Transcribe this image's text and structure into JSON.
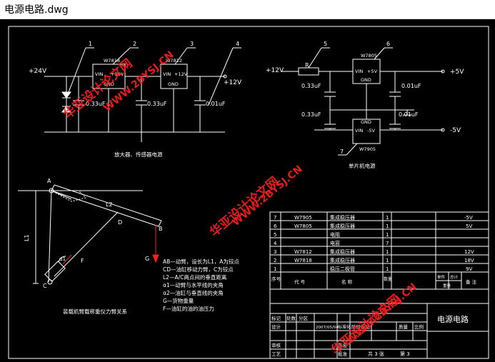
{
  "window": {
    "title": "电源电路.dwg"
  },
  "colors": {
    "background": "#000000",
    "line": "#ffffff",
    "label": "#ffff00",
    "accent": "#ff0000",
    "watermark": "#ff2020"
  },
  "drawing": {
    "circuit1": {
      "input_voltage": "+24V",
      "output_voltage": "+12V",
      "reg1": {
        "part": "W7818",
        "pin_in": "VIN",
        "pin_out": "+18V",
        "pin_gnd": "GND"
      },
      "reg2": {
        "part": "W7812",
        "pin_in": "VIN",
        "pin_out": "+12V",
        "pin_gnd": "GND"
      },
      "caps": [
        "0.33uF",
        "0.33uF",
        "0.01uF"
      ],
      "callouts": [
        "1",
        "2",
        "3",
        "4"
      ],
      "caption": "放大器、传感器电源"
    },
    "circuit2": {
      "input_voltage": "+12V",
      "resistor": "R",
      "out_pos": "+5V",
      "out_neg": "-5V",
      "reg_pos": {
        "part": "W7805",
        "pin_in": "VIN",
        "pin_out": "+5V",
        "pin_gnd": "GND"
      },
      "reg_neg": {
        "part": "W7905",
        "pin_in": "VIN",
        "pin_out": "-5V",
        "pin_gnd": "GND"
      },
      "caps": [
        "0.33uF",
        "0.01uF",
        "0.33uF",
        "0.01uF"
      ],
      "callouts": [
        "5",
        "6",
        "7"
      ],
      "caption": "单片机电源"
    },
    "mechanism": {
      "labels": {
        "A": "A",
        "B": "B",
        "C": "C",
        "D": "D",
        "F": "F",
        "G": "G",
        "L1": "L1",
        "L2": "L2",
        "a1": "α1"
      },
      "legend": [
        "AB—动臂，设长为L1，A为铰点",
        "CD—油缸移动力臂，C为铰点",
        "L2—A/C两点间的垂直距离",
        "α1—动臂与水平线的夹角",
        "α2—油缸与垂直线的夹角",
        "G—货物重量",
        "F—油缸的油的油压力"
      ],
      "caption": "装载机臂载称重仪力臂关系"
    },
    "bom": {
      "rows": [
        {
          "no": "7",
          "code": "W7905",
          "name": "集成稳压器",
          "qty": "1",
          "remark": "-5V"
        },
        {
          "no": "6",
          "code": "W7805",
          "name": "集成稳压器",
          "qty": "1",
          "remark": "5V"
        },
        {
          "no": "5",
          "code": "",
          "name": "电阻",
          "qty": "1",
          "remark": ""
        },
        {
          "no": "4",
          "code": "",
          "name": "电容",
          "qty": "7",
          "remark": ""
        },
        {
          "no": "3",
          "code": "W7812",
          "name": "集成稳压器",
          "qty": "1",
          "remark": "12V"
        },
        {
          "no": "2",
          "code": "W7818",
          "name": "集成稳压器",
          "qty": "1",
          "remark": "18V"
        },
        {
          "no": "1",
          "code": "",
          "name": "稳压二极管",
          "qty": "1",
          "remark": "9V"
        }
      ],
      "header": {
        "no": "序号",
        "code": "代 号",
        "name": "名 称",
        "qty": "数量",
        "remark": "备 注"
      }
    },
    "titleblock": {
      "drawing_name": "电源电路",
      "date": "2007/05/04",
      "cells": [
        "标记",
        "处数",
        "分区",
        "设计",
        "标准化",
        "阶段标记",
        "质量",
        "比例",
        "审核",
        "工艺",
        "批准",
        "签名"
      ],
      "sheets": "共 3 张",
      "sheet_no": "第 3",
      "misc": [
        "单件",
        "总计",
        "重量"
      ]
    },
    "watermark": {
      "text1": "华亚设计论文网",
      "text2": "WWW.2BYSJ.CN"
    }
  }
}
